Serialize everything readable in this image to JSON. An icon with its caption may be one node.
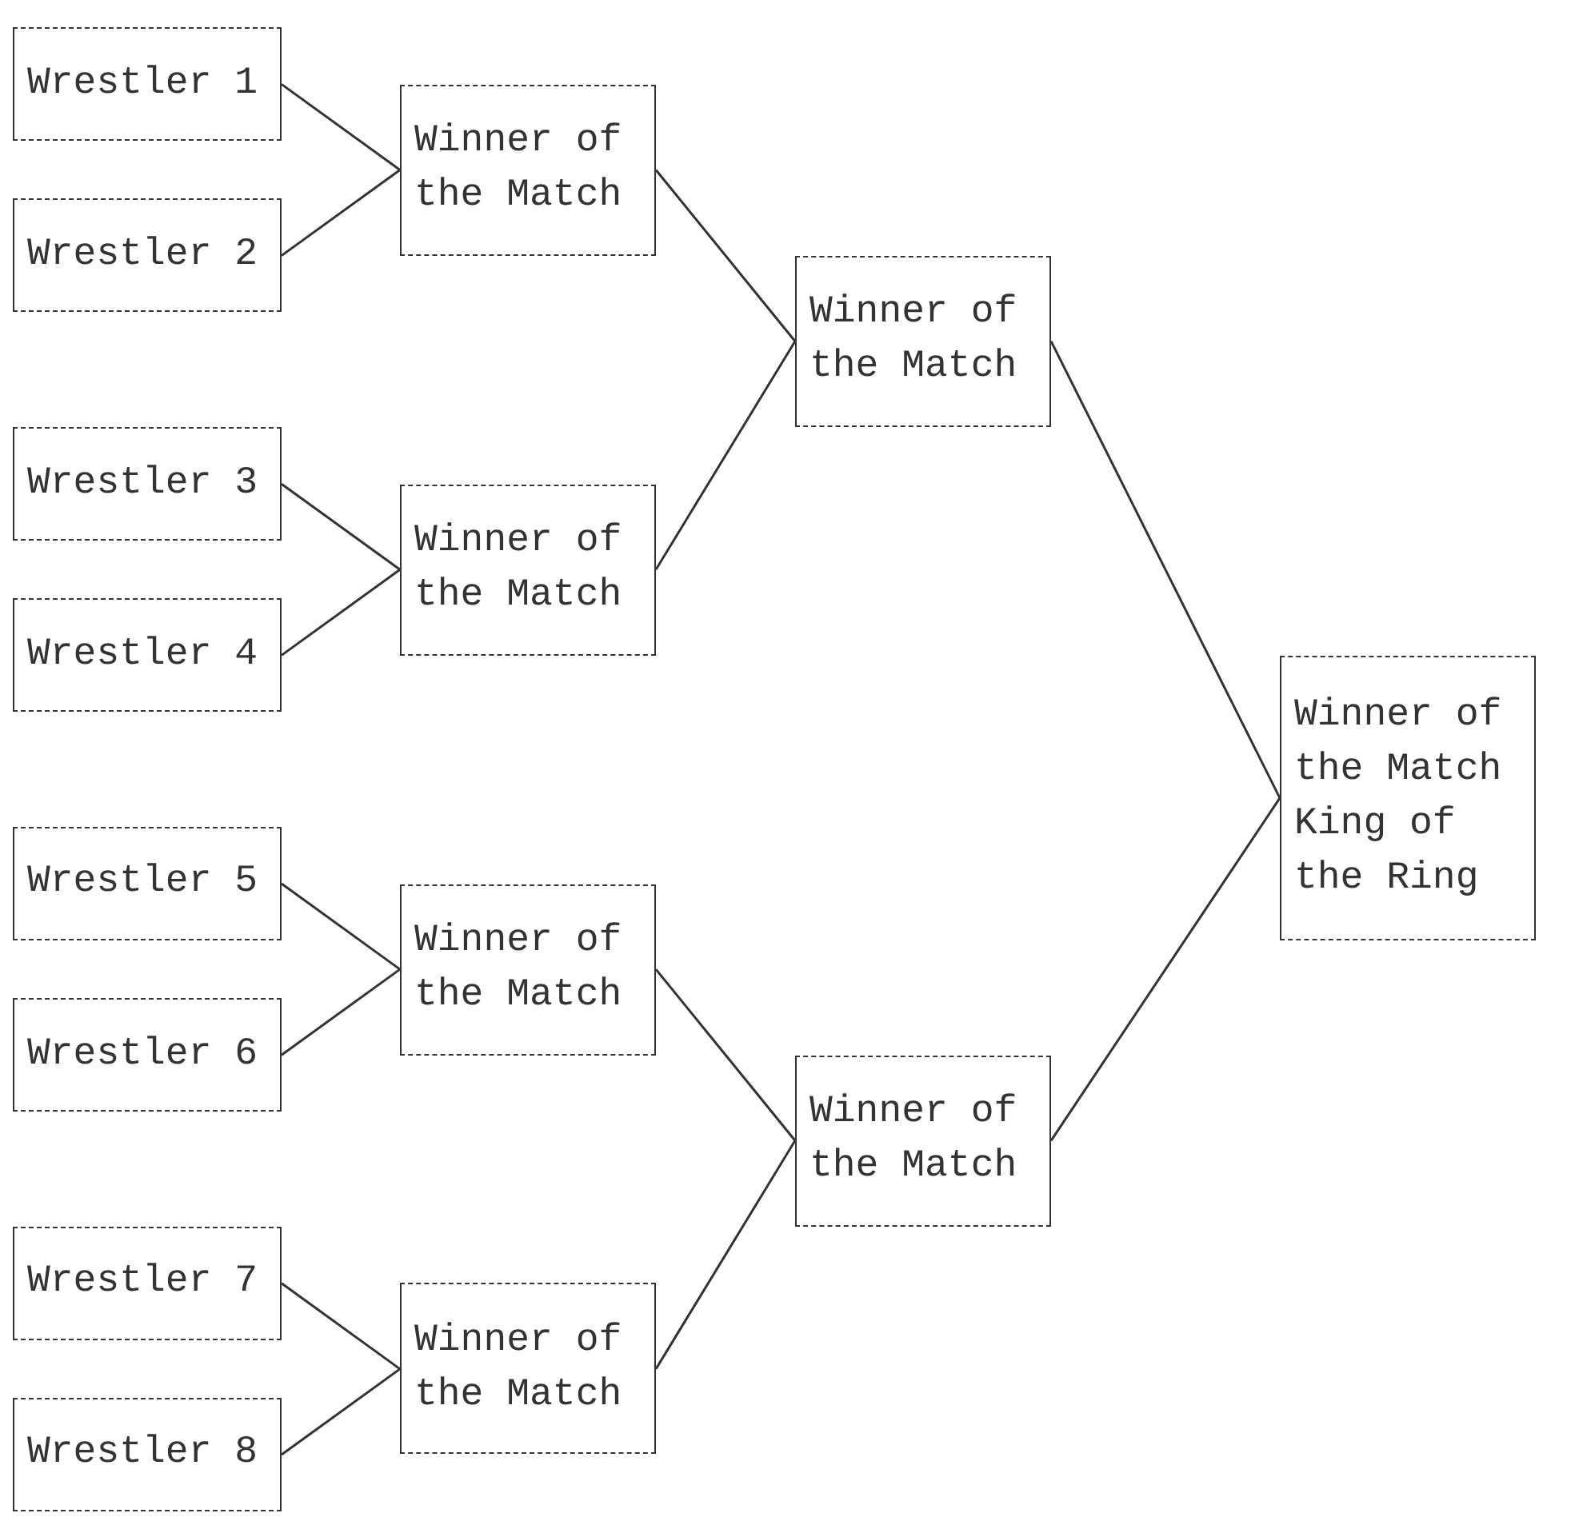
{
  "diagram": {
    "nodes": [
      {
        "text": [
          "Wrestler 1"
        ]
      },
      {
        "text": [
          "Wrestler 2"
        ]
      },
      {
        "text": [
          "Wrestler 3"
        ]
      },
      {
        "text": [
          "Wrestler 4"
        ]
      },
      {
        "text": [
          "Wrestler 5"
        ]
      },
      {
        "text": [
          "Wrestler 6"
        ]
      },
      {
        "text": [
          "Wrestler 7"
        ]
      },
      {
        "text": [
          "Wrestler 8"
        ]
      },
      {
        "text": [
          "Winner of the Match"
        ]
      },
      {
        "text": [
          "Winner of the Match"
        ]
      },
      {
        "text": [
          "Winner of the Match"
        ]
      },
      {
        "text": [
          "Winner of the Match"
        ]
      },
      {
        "text": [
          "Winner of the Match"
        ]
      },
      {
        "text": [
          "Winner of the Match"
        ]
      },
      {
        "text": [
          "Winner of the Match",
          "King of the Ring"
        ]
      }
    ],
    "edges": [
      {
        "from": 0,
        "to": 8,
        "arrow": "none"
      },
      {
        "from": 1,
        "to": 8,
        "arrow": "none"
      },
      {
        "from": 2,
        "to": 9,
        "arrow": "none"
      },
      {
        "from": 3,
        "to": 9,
        "arrow": "none"
      },
      {
        "from": 4,
        "to": 10,
        "arrow": "none"
      },
      {
        "from": 5,
        "to": 10,
        "arrow": "none"
      },
      {
        "from": 6,
        "to": 11,
        "arrow": "none"
      },
      {
        "from": 7,
        "to": 11,
        "arrow": "none"
      },
      {
        "from": 8,
        "to": 12,
        "arrow": "none"
      },
      {
        "from": 9,
        "to": 12,
        "arrow": "none"
      },
      {
        "from": 10,
        "to": 13,
        "arrow": "none"
      },
      {
        "from": 11,
        "to": 13,
        "arrow": "none"
      },
      {
        "from": 12,
        "to": 14,
        "arrow": "none"
      },
      {
        "from": 13,
        "to": 14,
        "arrow": "none"
      }
    ]
  }
}
